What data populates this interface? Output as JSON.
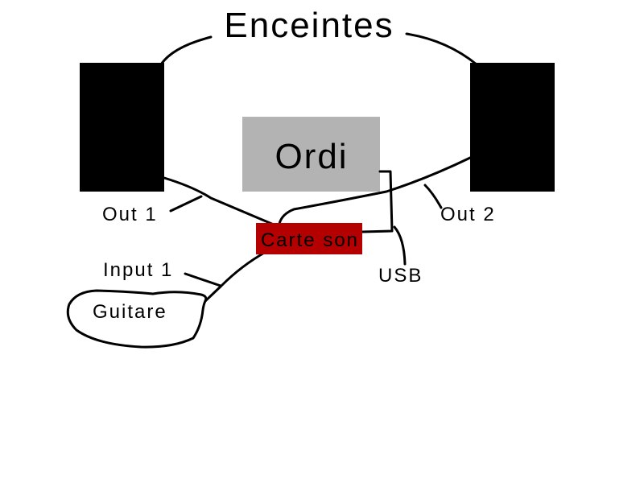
{
  "title": "Enceintes",
  "nodes": {
    "computer": "Ordi",
    "sound_card": "Carte son",
    "guitar": "Guitare"
  },
  "labels": {
    "out1": "Out 1",
    "out2": "Out 2",
    "input1": "Input 1",
    "usb": "USB"
  },
  "colors": {
    "speaker": "#000000",
    "computer": "#b3b3b3",
    "sound_card": "#b40000"
  }
}
